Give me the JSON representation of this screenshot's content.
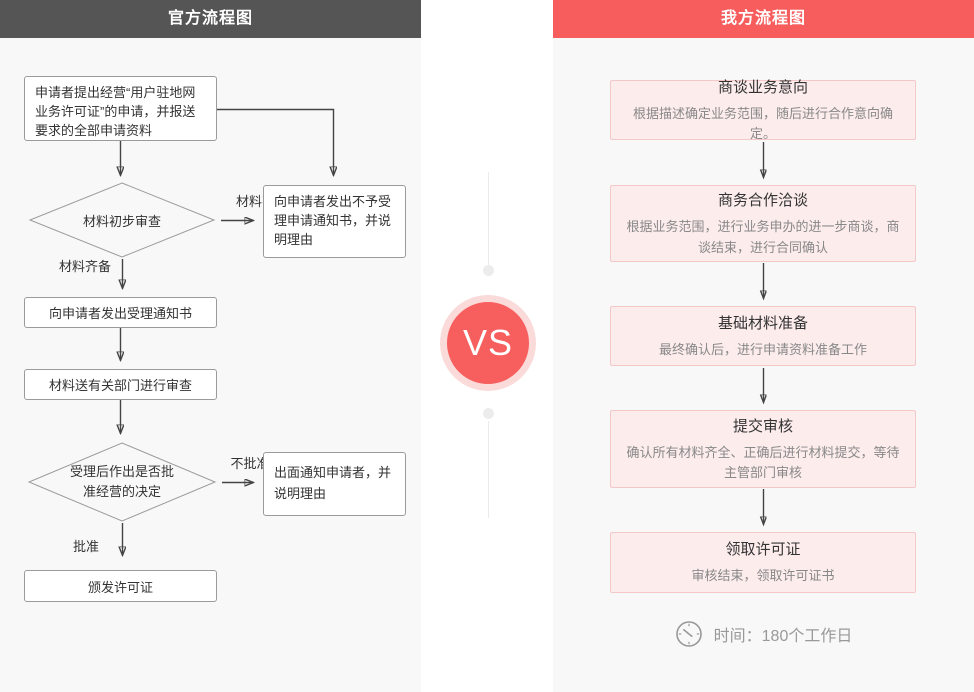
{
  "left": {
    "header": "官方流程图",
    "steps": {
      "apply": "申请者提出经营“用户驻地网业务许可证”的申请，并报送要求的全部申请资料",
      "decision1": "材料初步审查",
      "label_incomplete": "材料不齐",
      "label_complete": "材料齐备",
      "reject_notice": "向申请者发出不予受理申请通知书，并说明理由",
      "accept_notice": "向申请者发出受理通知书",
      "review": "材料送有关部门进行审查",
      "decision2": "受理后作出是否批准经营的决定",
      "label_not_approved": "不批准",
      "label_approved": "批准",
      "inform_reject": "出面通知申请者，并说明理由",
      "license": "颁发许可证"
    }
  },
  "center": {
    "vs": "VS"
  },
  "right": {
    "header": "我方流程图",
    "steps": [
      {
        "title": "商谈业务意向",
        "desc": "根据描述确定业务范围，随后进行合作意向确定。"
      },
      {
        "title": "商务合作洽谈",
        "desc": "根据业务范围，进行业务申办的进一步商谈，商谈结束，进行合同确认"
      },
      {
        "title": "基础材料准备",
        "desc": "最终确认后，进行申请资料准备工作"
      },
      {
        "title": "提交审核",
        "desc": "确认所有材料齐全、正确后进行材料提交，等待主管部门审核"
      },
      {
        "title": "领取许可证",
        "desc": "审核结束，领取许可证书"
      }
    ],
    "time_note": "时间：180个工作日"
  },
  "colors": {
    "header_dark": "#555555",
    "accent_red": "#f85d5d",
    "pink_box_bg": "#fdecec",
    "pink_box_border": "#f4c8c8",
    "panel_bg": "#f8f8f8",
    "arrow": "#444444"
  }
}
